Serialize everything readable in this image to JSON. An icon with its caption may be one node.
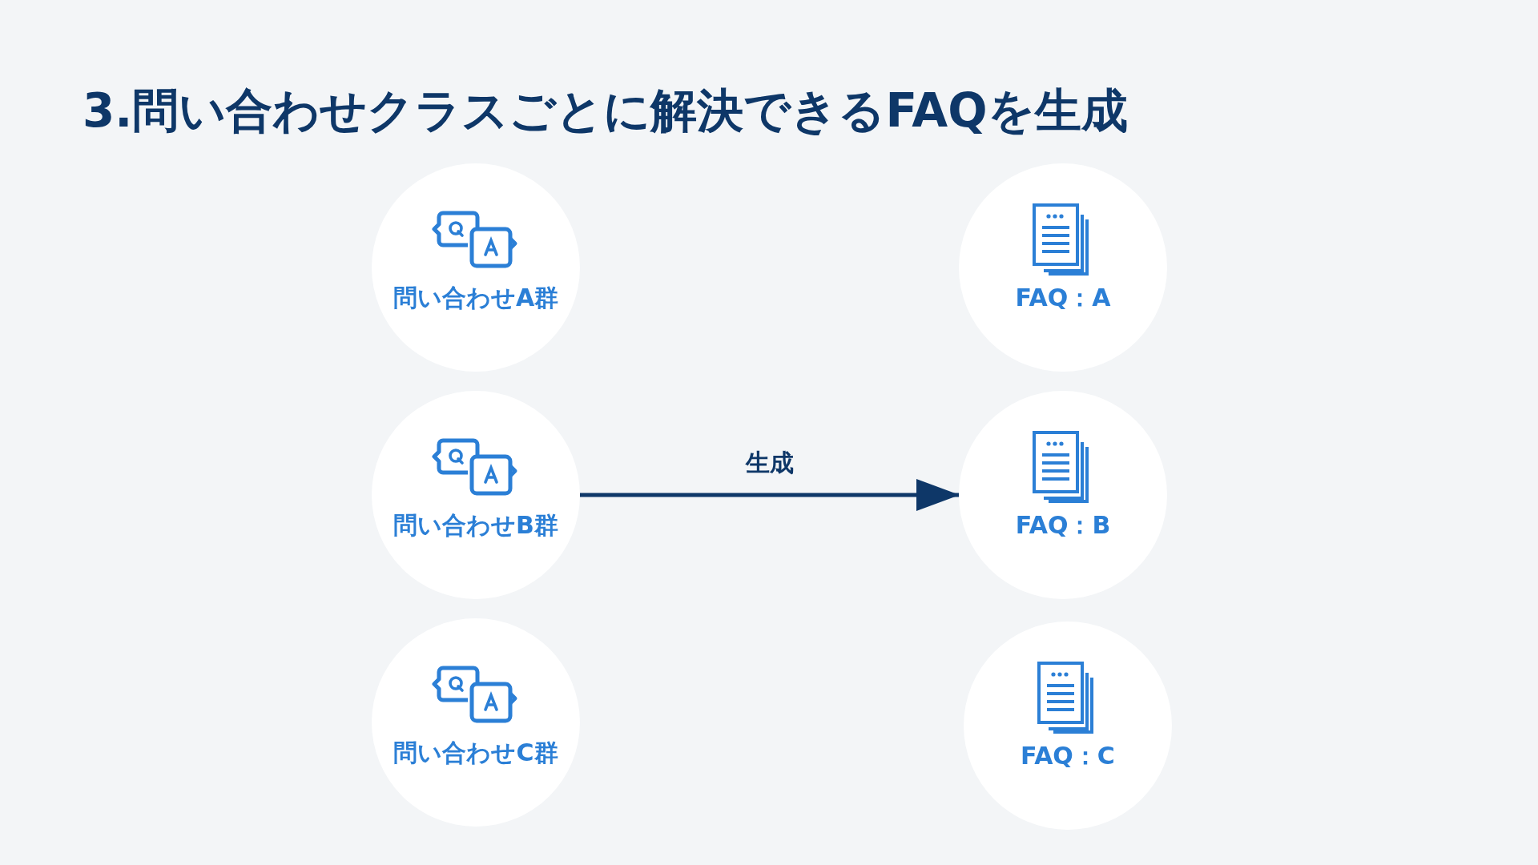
{
  "diagram": {
    "title": "3.問い合わせクラスごとに解決できるFAQを生成",
    "nodes": [
      {
        "text": [
          "問い合わせA群"
        ]
      },
      {
        "text": [
          "問い合わせB群"
        ]
      },
      {
        "text": [
          "問い合わせC群"
        ]
      },
      {
        "text": [
          "FAQ：A"
        ]
      },
      {
        "text": [
          "FAQ：B"
        ]
      },
      {
        "text": [
          "FAQ：C"
        ]
      }
    ],
    "edges": [
      {
        "from": 1,
        "to": 4,
        "arrow": "to",
        "label": "生成"
      }
    ]
  }
}
